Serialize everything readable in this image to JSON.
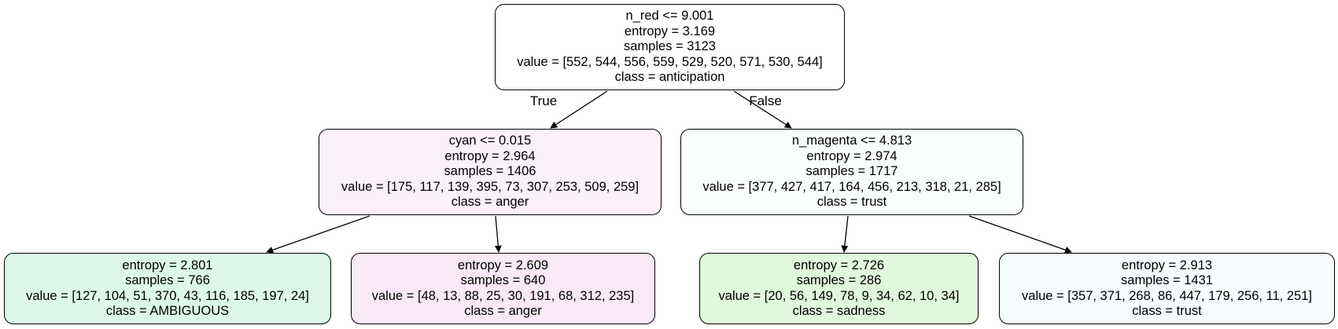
{
  "tree": {
    "nodes": {
      "root": {
        "lines": [
          "n_red <= 9.001",
          "entropy = 3.169",
          "samples = 3123",
          "value = [552, 544, 556, 559, 529, 520, 571, 530, 544]",
          "class = anticipation"
        ],
        "fill": "#ffffff"
      },
      "left": {
        "lines": [
          "cyan <= 0.015",
          "entropy = 2.964",
          "samples = 1406",
          "value = [175, 117, 139, 395, 73, 307, 253, 509, 259]",
          "class = anger"
        ],
        "fill": "#fcf0f9"
      },
      "right": {
        "lines": [
          "n_magenta <= 4.813",
          "entropy = 2.974",
          "samples = 1717",
          "value = [377, 427, 417, 164, 456, 213, 318, 21, 285]",
          "class = trust"
        ],
        "fill": "#fafdfd"
      },
      "ll": {
        "lines": [
          "entropy = 2.801",
          "samples = 766",
          "value = [127, 104, 51, 370, 43, 116, 185, 197, 24]",
          "class = AMBIGUOUS"
        ],
        "fill": "#ddf8ea"
      },
      "lr": {
        "lines": [
          "entropy = 2.609",
          "samples = 640",
          "value = [48, 13, 88, 25, 30, 191, 68, 312, 235]",
          "class = anger"
        ],
        "fill": "#fbe8f9"
      },
      "rl": {
        "lines": [
          "entropy = 2.726",
          "samples = 286",
          "value = [20, 56, 149, 78, 9, 34, 62, 10, 34]",
          "class = sadness"
        ],
        "fill": "#e0f8db"
      },
      "rr": {
        "lines": [
          "entropy = 2.913",
          "samples = 1431",
          "value = [357, 371, 268, 86, 447, 179, 256, 11, 251]",
          "class = trust"
        ],
        "fill": "#f6fbfd"
      }
    },
    "edges": [
      {
        "from": "root",
        "to": "left",
        "label": "True"
      },
      {
        "from": "root",
        "to": "right",
        "label": "False"
      },
      {
        "from": "left",
        "to": "ll",
        "label": ""
      },
      {
        "from": "left",
        "to": "lr",
        "label": ""
      },
      {
        "from": "right",
        "to": "rl",
        "label": ""
      },
      {
        "from": "right",
        "to": "rr",
        "label": ""
      }
    ]
  }
}
